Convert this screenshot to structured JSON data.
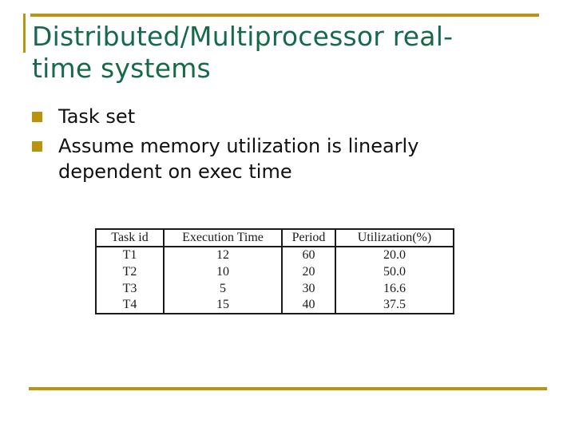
{
  "slide": {
    "title": {
      "lines": [
        "Distributed/Multiprocessor real-",
        "time systems"
      ]
    },
    "bullets": [
      {
        "lines": [
          "Task set"
        ]
      },
      {
        "lines": [
          "Assume memory utilization is linearly",
          "dependent on exec time"
        ]
      }
    ],
    "table": {
      "headers": [
        "Task id",
        "Execution Time",
        "Period",
        "Utilization(%)"
      ],
      "rows": [
        [
          "T1",
          "12",
          "60",
          "20.0"
        ],
        [
          "T2",
          "10",
          "20",
          "50.0"
        ],
        [
          "T3",
          "5",
          "30",
          "16.6"
        ],
        [
          "T4",
          "15",
          "40",
          "37.5"
        ]
      ]
    },
    "colors": {
      "title_green": "#166a4a",
      "accent_gold": "#bb9410",
      "bullet_gold": "#bb920e",
      "table_border": "#1a1a1a",
      "background": "#ffffff"
    }
  }
}
